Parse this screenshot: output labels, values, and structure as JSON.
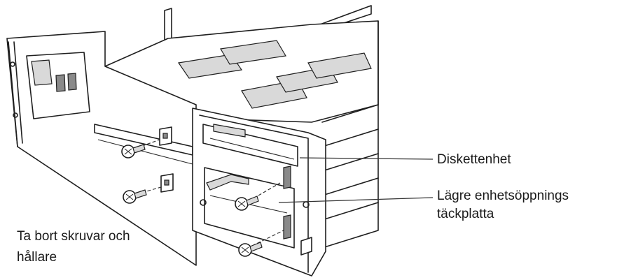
{
  "labels": {
    "floppy_drive": "Diskettenhet",
    "lower_bay_cover_line1": "Lägre enhetsöppnings",
    "lower_bay_cover_line2": "täckplatta",
    "remove_screws_line1": "Ta bort skruvar och",
    "remove_screws_line2": "hållare"
  },
  "icons": {
    "screw": "screw-icon",
    "bracket": "bracket-icon"
  },
  "colors": {
    "line": "#1f1f1f",
    "shade": "#d9d9d9",
    "background": "#ffffff"
  }
}
